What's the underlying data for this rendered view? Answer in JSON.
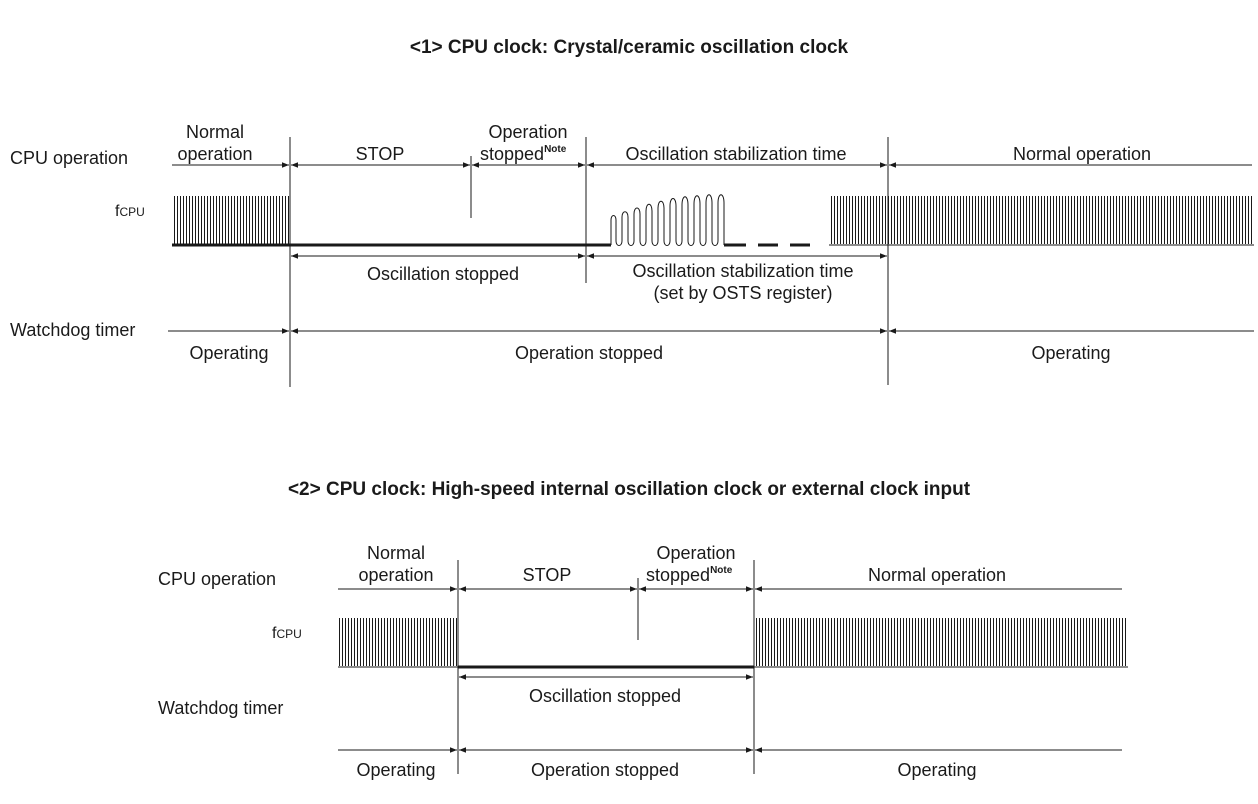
{
  "diagram1": {
    "title": "<1> CPU clock: Crystal/ceramic oscillation clock",
    "cpu_operation_label": "CPU operation",
    "fcpu_label": {
      "main": "f",
      "sub": "CPU"
    },
    "watchdog_label": "Watchdog timer",
    "phases": {
      "normal_left_line1": "Normal",
      "normal_left_line2": "operation",
      "stop": "STOP",
      "op_stopped_line1": "Operation",
      "op_stopped_line2": "stopped",
      "note": "Note",
      "osc_stab": "Oscillation stabilization time",
      "normal_right": "Normal operation"
    },
    "clock_notes": {
      "osc_stopped": "Oscillation stopped",
      "osc_stab_line1": "Oscillation stabilization time",
      "osc_stab_line2": "(set by OSTS register)"
    },
    "watchdog_states": {
      "left": "Operating",
      "middle": "Operation stopped",
      "right": "Operating"
    }
  },
  "diagram2": {
    "title": "<2> CPU clock: High-speed internal oscillation clock or external clock input",
    "cpu_operation_label": "CPU operation",
    "fcpu_label": {
      "main": "f",
      "sub": "CPU"
    },
    "watchdog_label": "Watchdog timer",
    "phases": {
      "normal_left_line1": "Normal",
      "normal_left_line2": "operation",
      "stop": "STOP",
      "op_stopped_line1": "Operation",
      "op_stopped_line2": "stopped",
      "note": "Note",
      "normal_right": "Normal operation"
    },
    "clock_notes": {
      "osc_stopped": "Oscillation stopped"
    },
    "watchdog_states": {
      "left": "Operating",
      "middle": "Operation stopped",
      "right": "Operating"
    }
  }
}
